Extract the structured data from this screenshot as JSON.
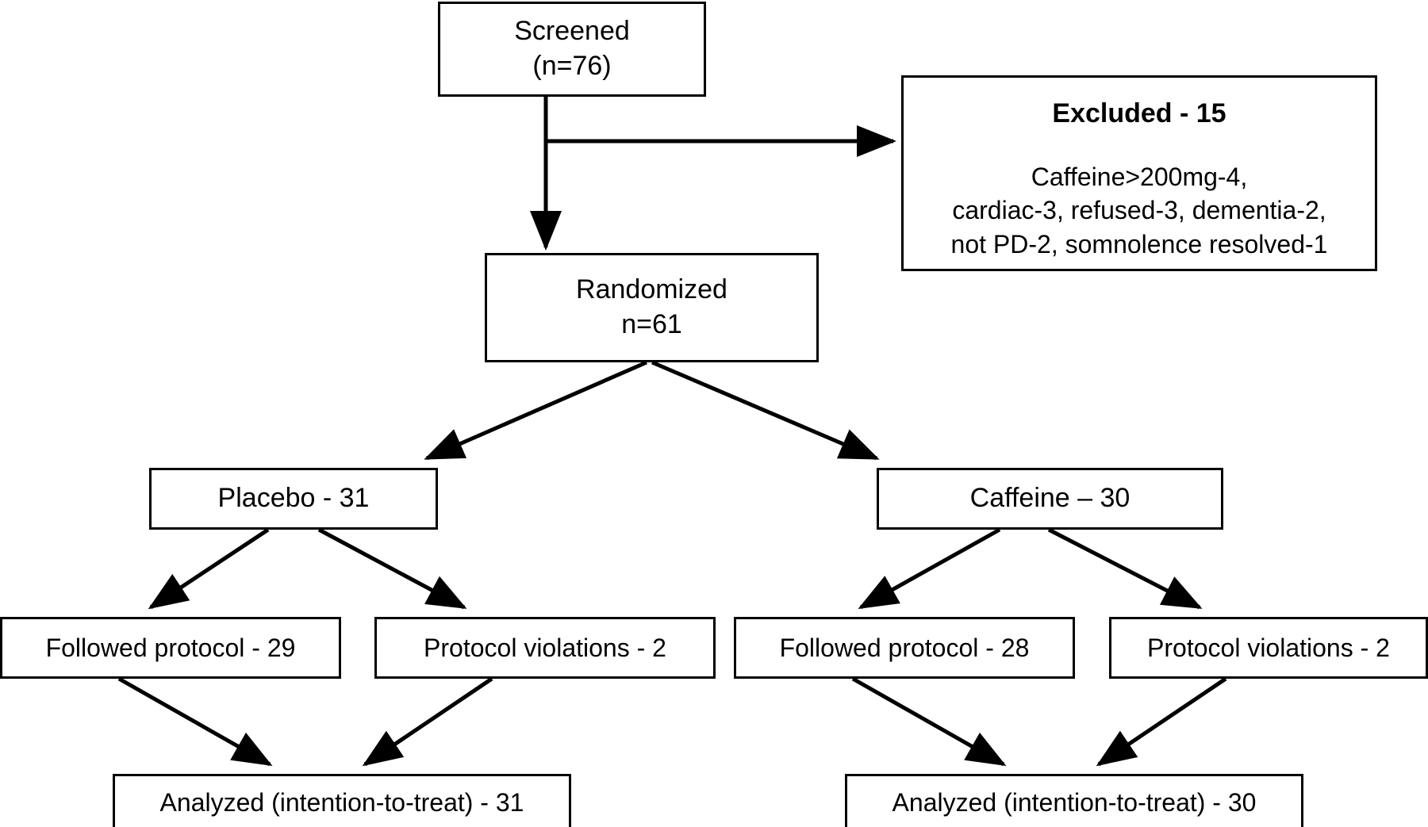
{
  "diagram": {
    "title": "CONSORT participant flow diagram",
    "stroke_color": "#000000",
    "background_color": "#ffffff",
    "nodes": {
      "screened": {
        "line1": "Screened",
        "line2": "(n=76)"
      },
      "excluded": {
        "heading": "Excluded - 15",
        "reason_line1": "Caffeine>200mg-4,",
        "reason_line2": "cardiac-3, refused-3, dementia-2,",
        "reason_line3": "not PD-2, somnolence resolved-1"
      },
      "randomized": {
        "line1": "Randomized",
        "line2": "n=61"
      },
      "placebo": {
        "label": "Placebo - 31"
      },
      "caffeine": {
        "label": "Caffeine – 30"
      },
      "followed_protocol_placebo": {
        "label": "Followed protocol - 29"
      },
      "protocol_violations_placebo": {
        "label": "Protocol violations - 2"
      },
      "followed_protocol_caffeine": {
        "label": "Followed protocol - 28"
      },
      "protocol_violations_caffeine": {
        "label": "Protocol violations - 2"
      },
      "analyzed_placebo": {
        "label": "Analyzed (intention-to-treat) - 31"
      },
      "analyzed_caffeine": {
        "label": "Analyzed (intention-to-treat) - 30"
      }
    }
  }
}
